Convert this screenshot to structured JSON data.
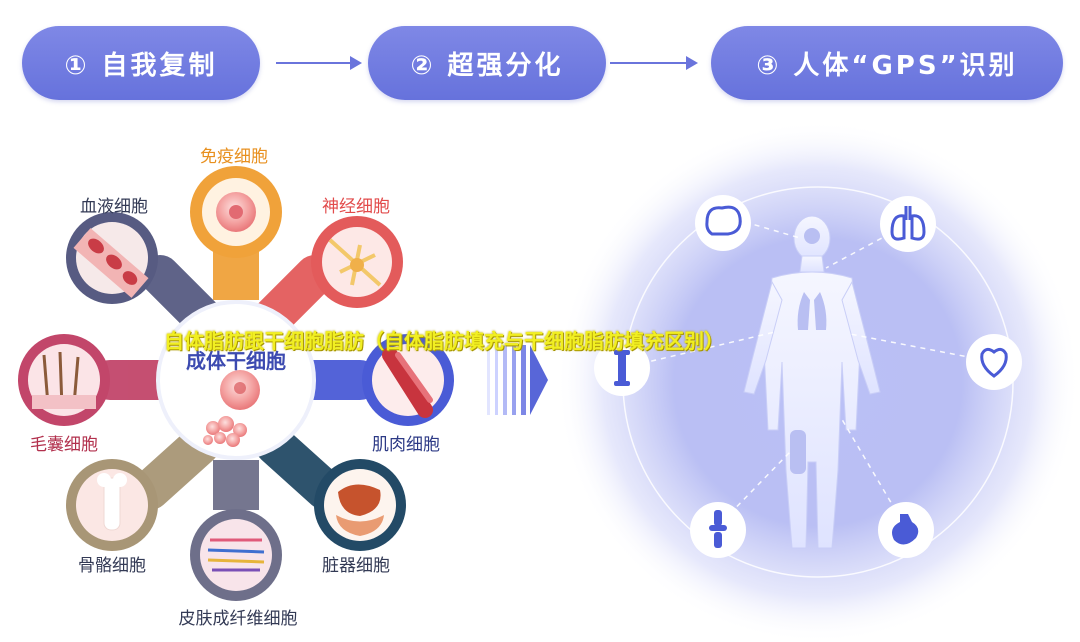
{
  "steps": {
    "step1": "① 自我复制",
    "step2": "② 超强分化",
    "step3": "③ 人体“GPS”识别"
  },
  "center_label": "成体干细胞",
  "cells": {
    "immune": "免疫细胞",
    "blood": "血液细胞",
    "nerve": "神经细胞",
    "hair": "毛囊细胞",
    "muscle": "肌肉细胞",
    "bone": "骨骼细胞",
    "organ": "脏器细胞",
    "skin": "皮肤成纤维细胞"
  },
  "overlay_title": "自体脂肪跟干细胞脂肪（自体脂肪填充与干细胞脂肪填充区别）",
  "colors": {
    "pill": "#6e79de",
    "immune": "#f0a23a",
    "nerve": "#e35b5b",
    "muscle": "#4a5bd6",
    "organ": "#234a66",
    "skin": "#6e6f8a",
    "bone": "#a89676",
    "hair": "#c2466a",
    "blood": "#575b82",
    "body": "#e8ebff",
    "halo": "#8f98ec"
  },
  "icons": [
    "brain-icon",
    "lungs-icon",
    "heart-icon",
    "bone-icon",
    "knee-joint-icon",
    "stomach-icon",
    "human-body-icon",
    "chevron-arrow-icon"
  ]
}
